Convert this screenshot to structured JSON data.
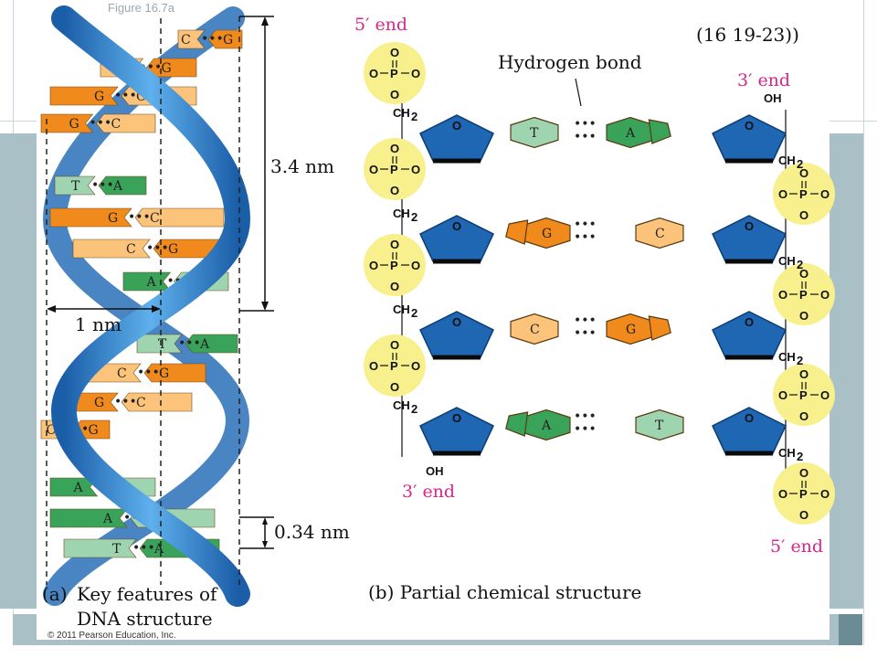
{
  "figure_label": "Figure 16.7a",
  "ref_note": "(16 19-23))",
  "helix": {
    "pitch_label": "3.4 nm",
    "width_label": "1 nm",
    "rise_label": "0.34 nm",
    "rungs": [
      [
        "C",
        "G"
      ],
      [
        "C",
        "G"
      ],
      [
        "G",
        "C"
      ],
      [
        "G",
        "C"
      ],
      [
        "T",
        "A"
      ],
      [
        "G",
        "C"
      ],
      [
        "C",
        "G"
      ],
      [
        "A",
        "T"
      ],
      [
        "T",
        "A"
      ],
      [
        "C",
        "G"
      ],
      [
        "G",
        "C"
      ],
      [
        "C",
        "G"
      ],
      [
        "A",
        "T"
      ],
      [
        "A",
        "T"
      ],
      [
        "T",
        "A"
      ]
    ],
    "caption_letter": "(a)",
    "caption_line1": "Key features of",
    "caption_line2": "DNA structure"
  },
  "structure": {
    "top_left_end": "5′ end",
    "top_right_end": "3′ end",
    "bottom_left_end": "3′ end",
    "bottom_right_end": "5′ end",
    "hydrogen_bond_label": "Hydrogen bond",
    "pairs": [
      [
        "T",
        "A"
      ],
      [
        "G",
        "C"
      ],
      [
        "C",
        "G"
      ],
      [
        "A",
        "T"
      ]
    ],
    "atoms": {
      "phosphorus": "P",
      "oxygen": "O",
      "ch2": "CH",
      "oh": "OH"
    },
    "caption": "(b) Partial chemical structure"
  },
  "copyright": "© 2011 Pearson Education, Inc.",
  "colors": {
    "adenine": "#3aa35a",
    "thymine": "#9fd4b0",
    "guanine": "#f08a1c",
    "cytosine": "#fbc47a",
    "sugar": "#1f66b3",
    "phosphate": "#f7f08c",
    "backbone": "#2f7fc8",
    "end_label": "#d6278b"
  }
}
